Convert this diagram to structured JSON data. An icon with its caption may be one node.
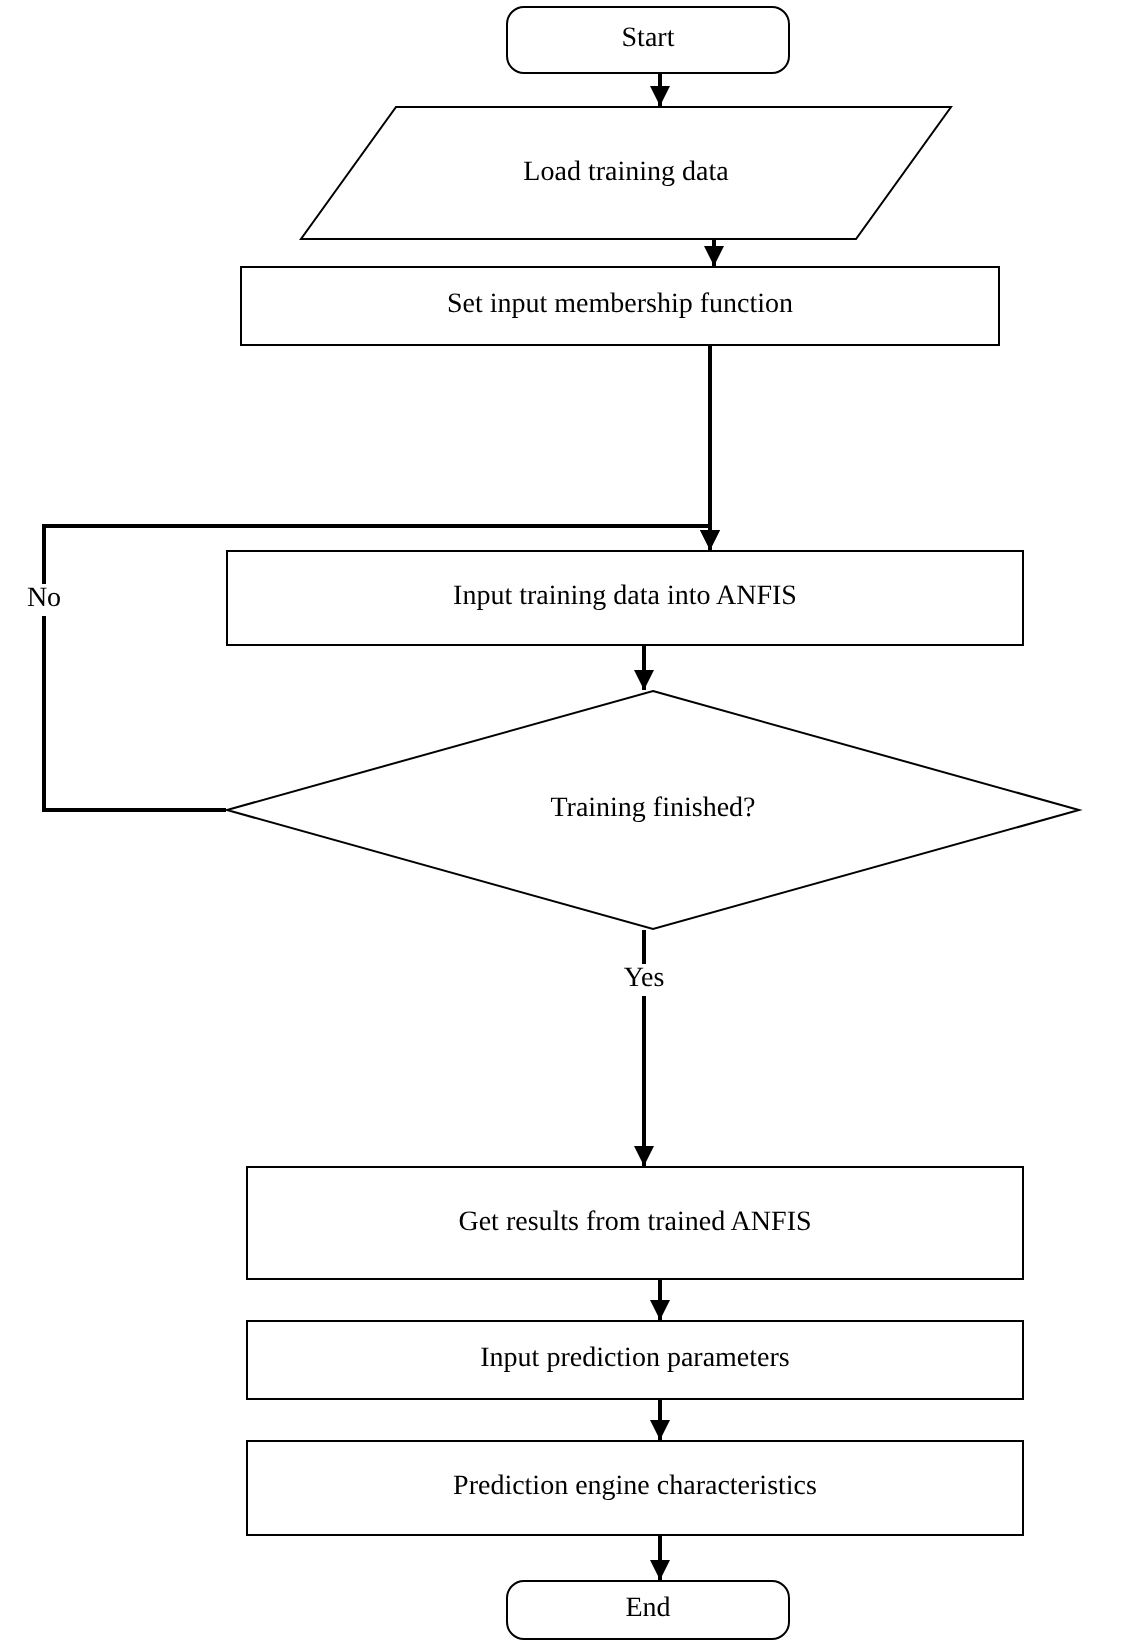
{
  "diagram": {
    "nodes": [
      {
        "text": [
          "Start"
        ]
      },
      {
        "text": [
          "Load training data"
        ]
      },
      {
        "text": [
          "Set input membership function"
        ]
      },
      {
        "text": [
          "Input training data into ANFIS"
        ]
      },
      {
        "text": [
          "Training finished?"
        ]
      },
      {
        "text": [
          "Get results from trained ANFIS"
        ]
      },
      {
        "text": [
          "Input prediction parameters"
        ]
      },
      {
        "text": [
          "Prediction engine characteristics"
        ]
      },
      {
        "text": [
          "End"
        ]
      }
    ],
    "edges": [
      {
        "from": 0,
        "to": 1,
        "arrow": "to"
      },
      {
        "from": 1,
        "to": 2,
        "arrow": "to"
      },
      {
        "from": 2,
        "to": 3,
        "arrow": "to"
      },
      {
        "from": 3,
        "to": 4,
        "arrow": "to"
      },
      {
        "from": 4,
        "to": 3,
        "arrow": "to",
        "label": "No"
      },
      {
        "from": 4,
        "to": 5,
        "arrow": "to",
        "label": "Yes"
      },
      {
        "from": 5,
        "to": 6,
        "arrow": "to"
      },
      {
        "from": 6,
        "to": 7,
        "arrow": "to"
      },
      {
        "from": 7,
        "to": 8,
        "arrow": "to"
      }
    ]
  }
}
